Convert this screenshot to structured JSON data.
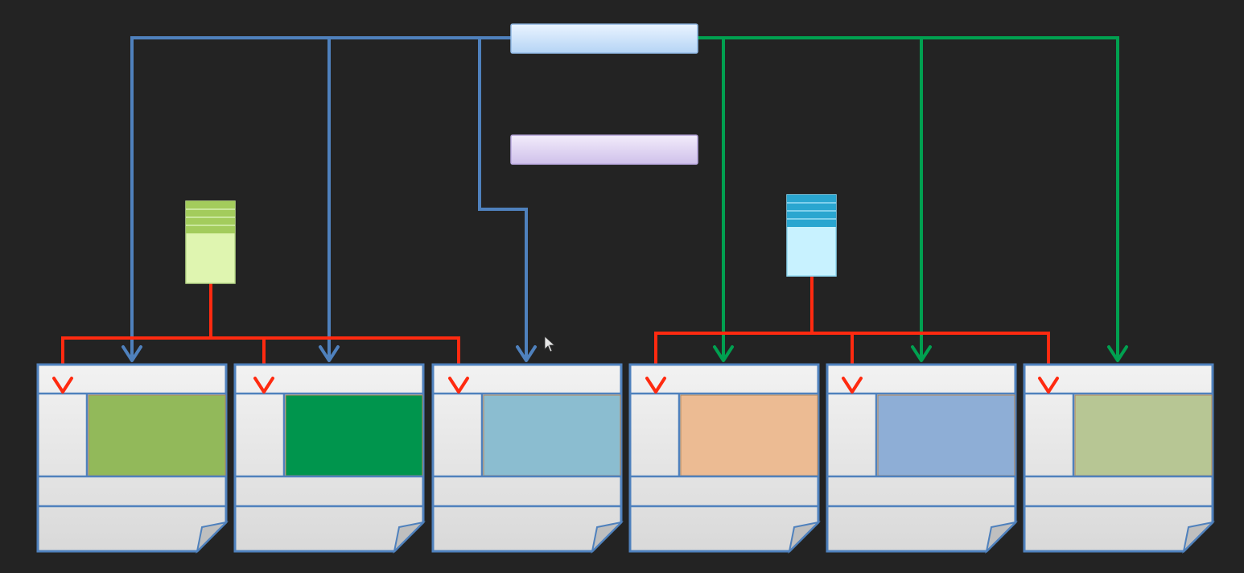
{
  "colors": {
    "background": "#232323",
    "blue_connector": "#4f81bd",
    "green_connector": "#00a050",
    "red_connector": "#ff2a10",
    "page_border": "#4f81bd",
    "page_fill": "#e4e4e4"
  },
  "nodes": {
    "master_bar": {
      "name": "master-bar",
      "fill": "#c6e0fb"
    },
    "secondary_bar": {
      "name": "secondary-bar",
      "fill": "#dcd0f2"
    },
    "green_source": {
      "name": "green-source-block",
      "fill": "#dff5b0",
      "stripe": "#8fbc45"
    },
    "cyan_source": {
      "name": "cyan-source-block",
      "fill": "#c8f2ff",
      "stripe": "#2aa6d0"
    }
  },
  "pages": [
    {
      "name": "page-1",
      "content_color": "#92b95a"
    },
    {
      "name": "page-2",
      "content_color": "#00954d"
    },
    {
      "name": "page-3",
      "content_color": "#8bbdd0"
    },
    {
      "name": "page-4",
      "content_color": "#ecbb93"
    },
    {
      "name": "page-5",
      "content_color": "#8eaed6"
    },
    {
      "name": "page-6",
      "content_color": "#b7c694"
    }
  ],
  "cursor": {
    "name": "mouse-cursor",
    "color": "#e6e6e6"
  }
}
